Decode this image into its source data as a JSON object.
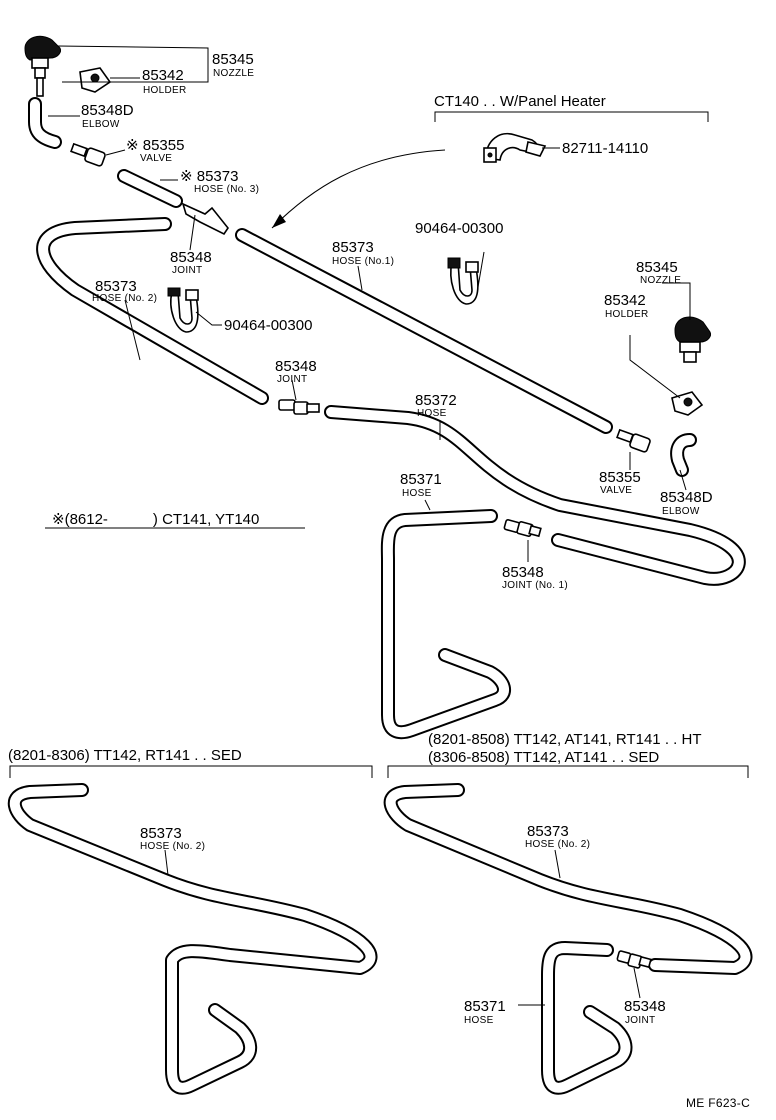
{
  "labels": {
    "nozzle_top_pn": "85345",
    "nozzle_top_name": "NOZZLE",
    "holder_top_pn": "85342",
    "holder_top_name": "HOLDER",
    "elbow_top_pn": "85348D",
    "elbow_top_name": "ELBOW",
    "valve_top_pn": "※ 85355",
    "valve_top_name": "VALVE",
    "hose3_pn": "※ 85373",
    "hose3_name": "HOSE (No. 3)",
    "joint_top_pn": "85348",
    "joint_top_name": "JOINT",
    "hose2_pn": "85373",
    "hose2_name": "HOSE (No. 2)",
    "clamp_left_pn": "90464-00300",
    "hose1_pn": "85373",
    "hose1_name": "HOSE (No.1)",
    "clamp_mid_pn": "90464-00300",
    "ct140_header": "CT140 . . W/Panel Heater",
    "clip_pn": "82711-14110",
    "nozzle_right_pn": "85345",
    "nozzle_right_name": "NOZZLE",
    "holder_right_pn": "85342",
    "holder_right_name": "HOLDER",
    "joint_mid_pn": "85348",
    "joint_mid_name": "JOINT",
    "hose_mid_pn": "85372",
    "hose_mid_name": "HOSE",
    "valve_right_pn": "85355",
    "valve_right_name": "VALVE",
    "elbow_right_pn": "85348D",
    "elbow_right_name": "ELBOW",
    "hose_lower_pn": "85371",
    "hose_lower_name": "HOSE",
    "footnote": "※(8612-　　　) CT141, YT140",
    "joint_no1_pn": "85348",
    "joint_no1_name": "JOINT (No. 1)",
    "left_variant_header": "(8201-8306) TT142, RT141 . . SED",
    "right_variant_header_1": "(8201-8508) TT142, AT141, RT141 . . HT",
    "right_variant_header_2": "(8306-8508) TT142, AT141 . . SED",
    "left_variant_hose_pn": "85373",
    "left_variant_hose_name": "HOSE (No. 2)",
    "right_variant_hose_pn": "85373",
    "right_variant_hose_name": "HOSE (No. 2)",
    "right_variant_hose2_pn": "85371",
    "right_variant_hose2_name": "HOSE",
    "right_variant_joint_pn": "85348",
    "right_variant_joint_name": "JOINT",
    "figure_code": "ME F623-C"
  }
}
